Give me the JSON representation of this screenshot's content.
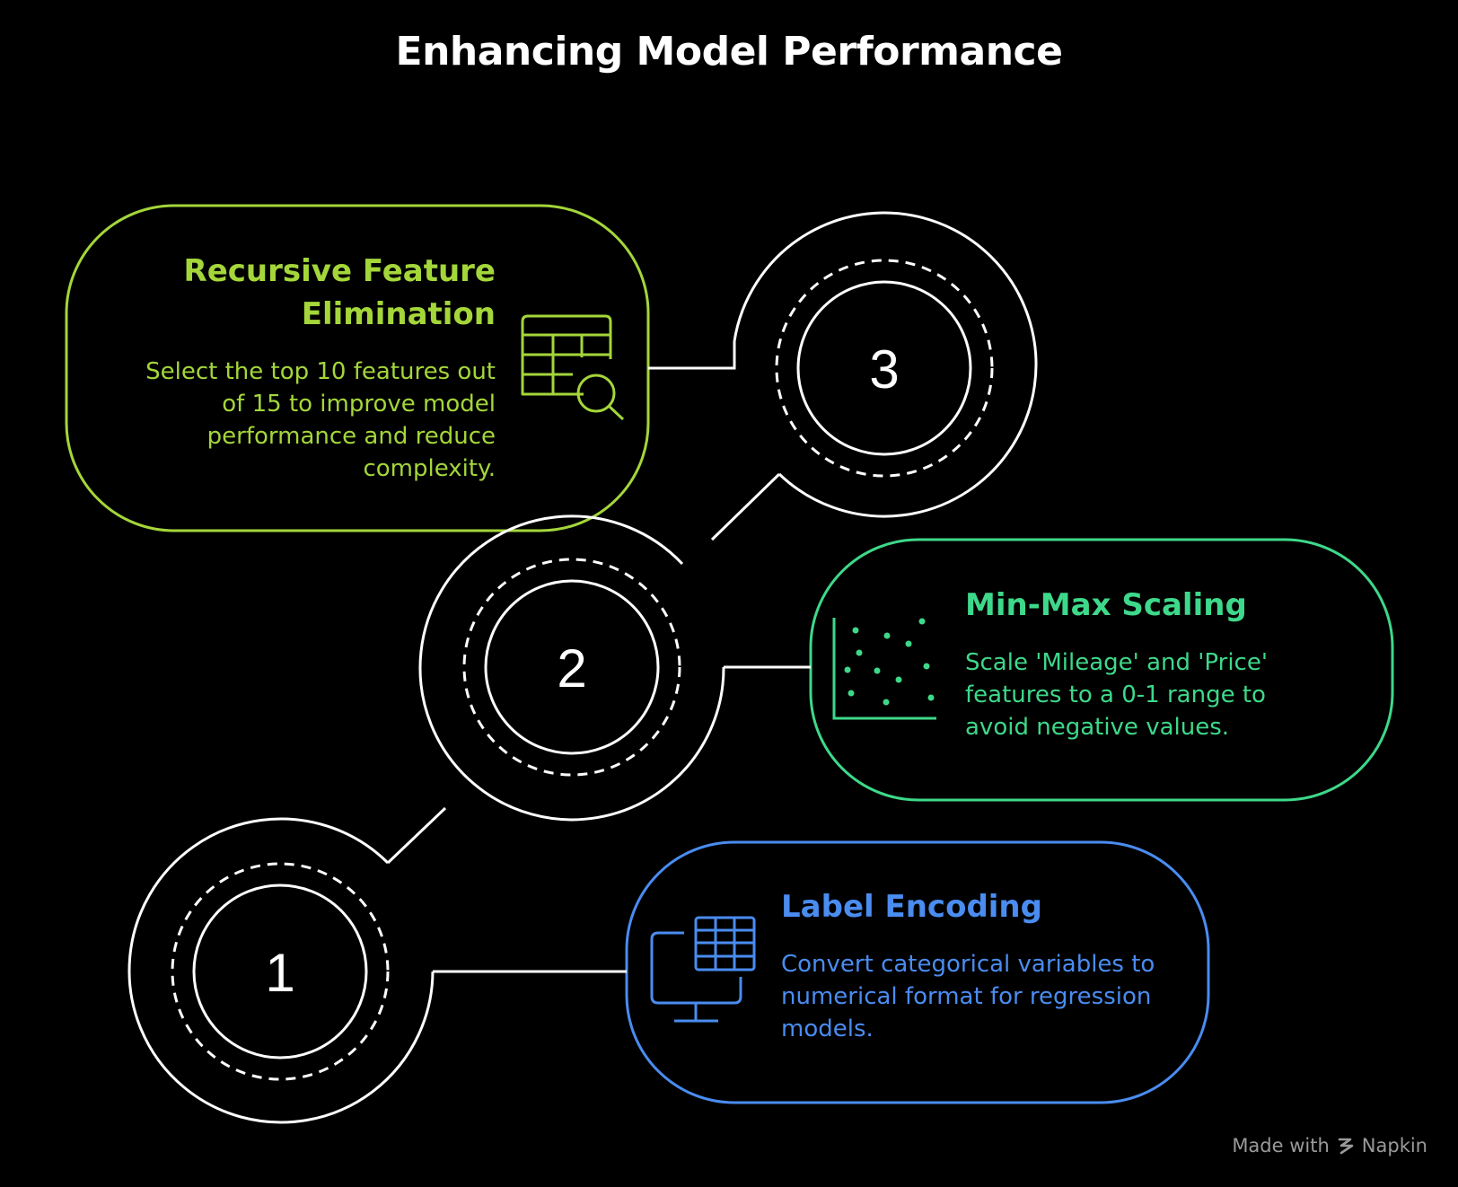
{
  "title": "Enhancing Model Performance",
  "colors": {
    "step3": "#a4d63a",
    "step2": "#3ed88a",
    "step1": "#4a8cf0",
    "rings": "#ffffff",
    "background": "#000000"
  },
  "steps": [
    {
      "number": "1",
      "heading": "Label Encoding",
      "body": "Convert categorical variables to numerical format for regression models.",
      "icon": "monitor-table-icon"
    },
    {
      "number": "2",
      "heading": "Min-Max Scaling",
      "body": "Scale 'Mileage' and 'Price' features to a 0-1 range to avoid negative values.",
      "icon": "scatter-plot-icon"
    },
    {
      "number": "3",
      "heading": "Recursive Feature Elimination",
      "body": "Select the top 10 features out of 15 to improve model performance and reduce complexity.",
      "icon": "table-search-icon"
    }
  ],
  "footer": {
    "made_with": "Made with",
    "brand": "Napkin"
  }
}
